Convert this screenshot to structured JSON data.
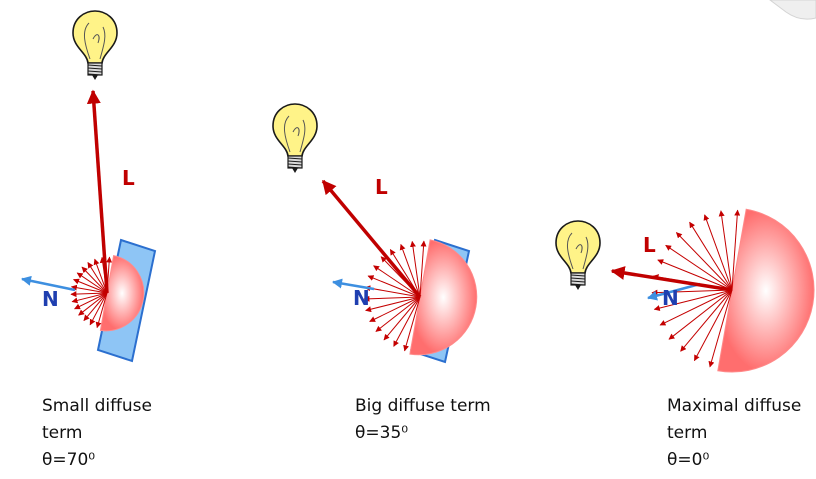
{
  "colors": {
    "light_vector": "#c00000",
    "normal_vector": "#3d8fe0",
    "surface_fill": "#8ec5f5",
    "surface_stroke": "#2b6fcf",
    "lobe_fill": "#ff6e6e",
    "lobe_ray": "#c40000",
    "bulb_glass": "#fff388",
    "bulb_base": "#d9d9d9"
  },
  "panels": [
    {
      "light_label": "L",
      "normal_label": "N",
      "caption": [
        "Small diffuse",
        "term",
        "θ=70⁰"
      ],
      "theta_deg": 70
    },
    {
      "light_label": "L",
      "normal_label": "N",
      "caption": [
        "Big diffuse term",
        "θ=35⁰"
      ],
      "theta_deg": 35
    },
    {
      "light_label": "L",
      "normal_label": "N",
      "caption": [
        "Maximal diffuse",
        "term",
        "θ=0⁰"
      ],
      "theta_deg": 0
    }
  ]
}
